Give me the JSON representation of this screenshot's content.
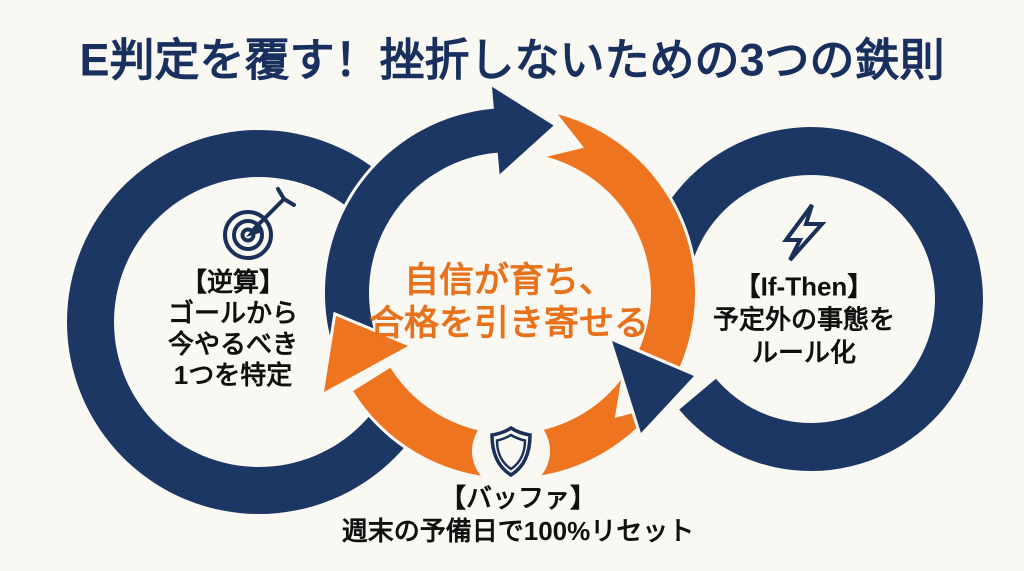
{
  "title": "E判定を覆す！挫折しないための3つの鉄則",
  "colors": {
    "navy": "#1D3765",
    "navy_dark": "#1B3058",
    "orange": "#EE7420",
    "orange_text": "#E8721C",
    "background": "#FAF8F3",
    "text_black": "#101010"
  },
  "left_circle": {
    "icon": "target-icon",
    "lines": [
      "【逆算】",
      "ゴールから",
      "今やるべき",
      "1つを特定"
    ]
  },
  "center_circle": {
    "lines": [
      "自信が育ち、",
      "合格を引き寄せる"
    ]
  },
  "right_circle": {
    "icon": "lightning-icon",
    "lines": [
      "【If-Then】",
      "予定外の事態を",
      "ルール化"
    ]
  },
  "bottom_item": {
    "icon": "shield-icon",
    "lines": [
      "【バッファ】",
      "週末の予備日で100%リセット"
    ]
  }
}
